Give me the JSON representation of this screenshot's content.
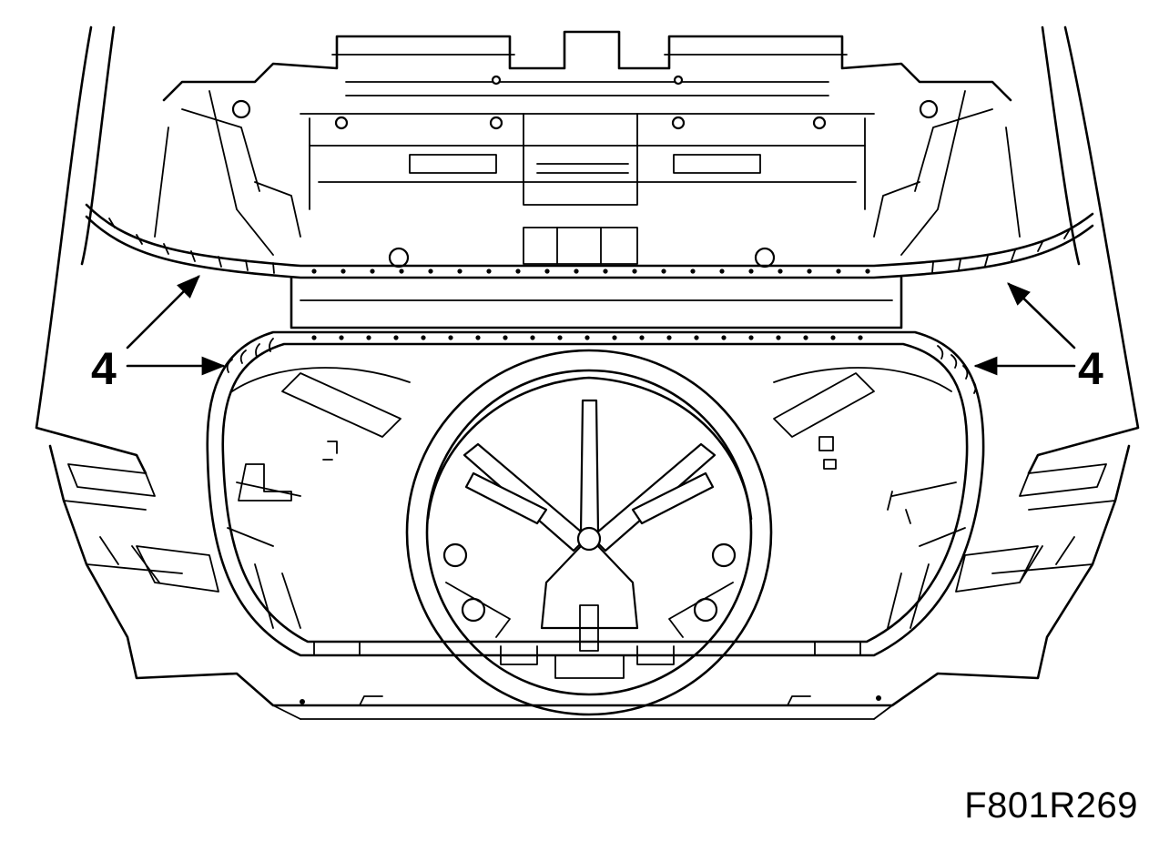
{
  "callouts": [
    {
      "id": "left",
      "label": "4"
    },
    {
      "id": "right",
      "label": "4"
    }
  ],
  "figure_id": "F801R269",
  "colors": {
    "line": "#000000",
    "background": "#ffffff"
  }
}
